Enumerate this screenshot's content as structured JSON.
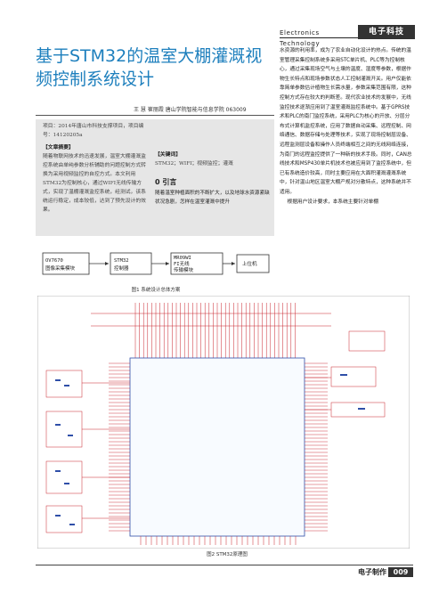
{
  "header": {
    "journal": "Electronics Technology",
    "section": "电子科技"
  },
  "article": {
    "title": "基于STM32的温室大棚灌溉视频控制系统设计",
    "byline": "王 慧  崔丽霞  唐山学院智能与信息学院 063009"
  },
  "abstract": {
    "project": "项目：2014年唐山市科技支撑项目，项目编号：14120205a",
    "abstract_head": "【文章摘要】",
    "abstract_body": "随着物联网技术的迅速发展，温室大棚灌溉监控系统由单纯参数分析辅助的问题控制方式转换为采用视频监控的自控方式。本文利用STM32为控制核心，通过WIFI无线传输方式，实现了温棚灌溉监控系统，经测试，该系统运行稳定，成本较低，达到了预先设计的效果。",
    "keywords_head": "【关键词】",
    "keywords": "STM32；WIFI；视频监控；灌溉"
  },
  "intro": {
    "heading": "0 引言",
    "body": "随着温室种植面积的不断扩大，以及地球水资源紧缺状况急剧，怎样在温室灌溉中提升"
  },
  "right_column": {
    "paragraphs": [
      "水资源的利用率，成为了农业自动化设计的热点。传统的温室管理采集控制系统多采用STC单片机、PLC等为控制核心，通过采集现场空气与土壤的温度、湿度等参数，根据作物生长特点和现场参数状态人工控制灌溉开关。用户仅能依靠简单参数估计植物生长需水量，参数采集范围有限，这种控制方式存在较大的判断差。现代农业技术的发展中，无线监控技术逐渐应用到了温室灌溉监控系统中。基于GPRS技术和PLC的南门监控系统，采用PLC为核心的开放、分层分布式计算机监控系统，应用了数据自动采集、远程控制、网络通信、数据存储与处理等技术，实现了现场控制层设备、远程监测层设备和操作人员终端相互之间的无线网络连接，为南门的远程监控提供了一种新的技术手段。同时，CAN总线技术和MSP430单片机技术也被应用到了监控系统中，但已有系统造价较高，同时主要应用在大面积灌溉灌溉系统中，针对温山地区温室大棚产规对分散特点，这种系统并不适用。",
      "根据用户设计要求，本系统主要针对单棚"
    ]
  },
  "figure1": {
    "caption": "图1  系统设计总体方案",
    "blocks": [
      "OV7670图像采集模块",
      "STM32控制器",
      "MR09WIFI无线传输模块",
      "上位机"
    ]
  },
  "figure2": {
    "caption": "图2  STM32原理图"
  },
  "footer": {
    "label": "电子制作",
    "page": "009"
  },
  "colors": {
    "title": "#1d7fbd",
    "schematic_red": "#c8232c",
    "schematic_blue": "#2f4fa8"
  }
}
